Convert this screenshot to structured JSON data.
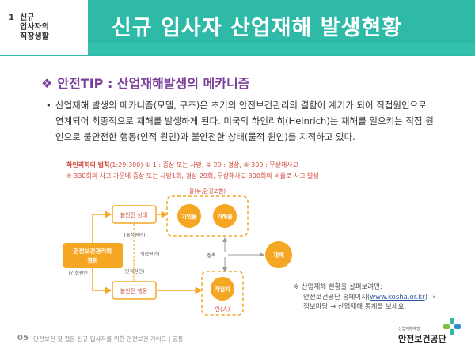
{
  "header": {
    "chapter_number": "1",
    "chapter_title_lines": [
      "신규",
      "입사자의",
      "직장생활"
    ],
    "title": "신규 입사자 산업재해 발생현황"
  },
  "section": {
    "marker": "❖",
    "title": "안전TIP : 산업재해발생의 메카니즘"
  },
  "body": {
    "bullet": "•",
    "paragraph": "산업재해 발생의 메카니즘(모델, 구조)은 초기의 안전보건관리의 결함이 계기가 되어 직접원인으로 연계되어 최종적으로 재해를 발생하게 된다. 미국의 하인리히(Heinrich)는 재해를 일으키는 직접 원인으로 불안전한 행동(인적 원인)과 불안전한 상태(물적 원인)를 지적하고 있다."
  },
  "law": {
    "label": "하인리히의 법칙",
    "text": "(1:29:300) ① 1 : 중상 또는 사망, ② 29 : 경상, ③ 300 : 무상해사고",
    "note": "※ 330회의 사고 가운데 중상 또는 사망1회, 경상 29회, 무상해사고 300회의 비율로 사고 발생"
  },
  "diagram": {
    "root": [
      "안전보건관리의",
      "결함"
    ],
    "root_tag": "(간접원인)",
    "unsafe_state": "불안전 상태",
    "unsafe_action": "불안전 행동",
    "material_tag": "(물적원인)",
    "human_tag": "(인적원인)",
    "direct_tag": "(직접원인)",
    "env_label": "물(뉴,환경포함)",
    "circle_machine": "기인물",
    "circle_harm": "가해물",
    "worker_label": "작업자",
    "person_label": "인(人)",
    "contact_label": "접촉",
    "accident_label": "재해"
  },
  "side_note": {
    "line1": "※ 산업재해 현황을 살펴보려면:",
    "line2_prefix": "안전보건공단 홈페이지(",
    "url": "www.kosha.or.kr",
    "line2_suffix": ") →",
    "line3": "정보마당 → 산업재해 통계를 보세요."
  },
  "footer": {
    "page": "05",
    "text": "안전보건 첫 걸음 신규 입사자를 위한 안전보건 가이드   |   공통",
    "logo_small": "산업재해예방",
    "logo_name": "안전보건공단"
  },
  "colors": {
    "teal": "#2ebaa7",
    "orange": "#f5a623",
    "purple": "#7b3f9a",
    "red": "#d14a3a"
  }
}
